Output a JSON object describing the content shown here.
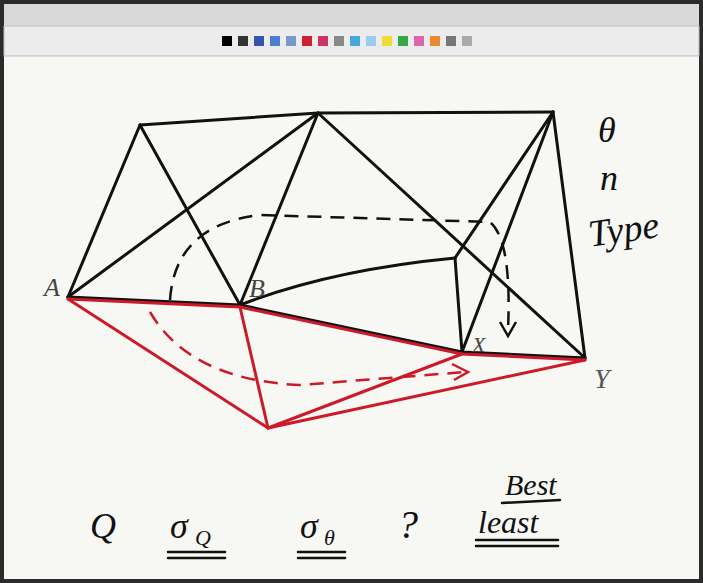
{
  "diagram": {
    "labels": [
      "θ",
      "n",
      "Type",
      "A",
      "B",
      "X",
      "Y",
      "Q",
      "σ",
      "Q",
      "σ",
      "θ",
      "?",
      "Best",
      "least"
    ]
  }
}
